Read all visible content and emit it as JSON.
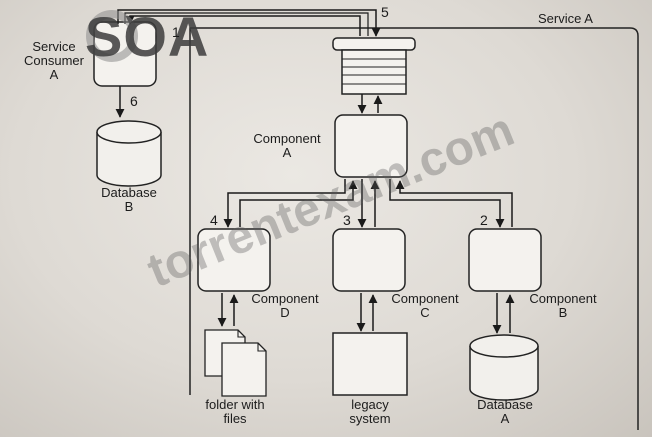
{
  "watermark": {
    "logo": "SOA",
    "url": "torrentexam.com"
  },
  "service_boundary_label": "Service A",
  "numbers": {
    "n1": "1",
    "n2": "2",
    "n3": "3",
    "n4": "4",
    "n5": "5",
    "n6": "6"
  },
  "service_consumer": {
    "label": "Service\nConsumer\nA"
  },
  "database_b": {
    "label": "Database\nB"
  },
  "component_a": {
    "label": "Component\nA"
  },
  "component_b": {
    "label": "Component\nB"
  },
  "component_c": {
    "label": "Component\nC"
  },
  "component_d": {
    "label": "Component\nD"
  },
  "folder": {
    "label": "folder with\nfiles"
  },
  "legacy": {
    "label": "legacy\nsystem"
  },
  "database_a": {
    "label": "Database\nA"
  }
}
